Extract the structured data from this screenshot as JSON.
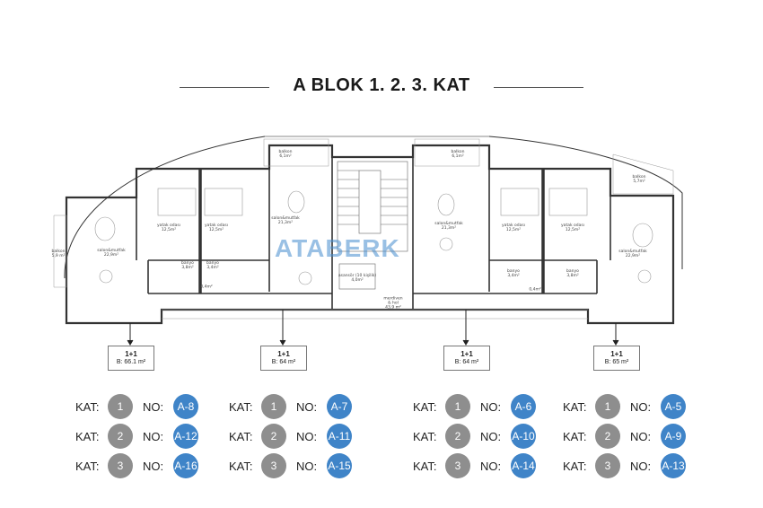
{
  "title": "A BLOK 1.  2.  3.  KAT",
  "watermark": "ATABERK",
  "colors": {
    "floor_circle": "#8e8e8e",
    "unit_circle": "#3f84c8"
  },
  "rooms": [
    {
      "name": "balkon",
      "area": "5,9 m²"
    },
    {
      "name": "salon&mutfak",
      "area": "22,9m²"
    },
    {
      "name": "yatak odası",
      "area": "12,5m²"
    },
    {
      "name": "yatak odası",
      "area": "12,5m²"
    },
    {
      "name": "salon&mutfak",
      "area": "21,3m²"
    },
    {
      "name": "balkon",
      "area": "6,1m²"
    },
    {
      "name": "banyo",
      "area": "3,8m²"
    },
    {
      "name": "banyo",
      "area": "3,4m²"
    },
    {
      "name": "",
      "area": "0,4m²"
    },
    {
      "name": "asansör (10 kişilik)",
      "area": "4,0m²"
    },
    {
      "name": "merdiven\n& hol",
      "area": "43,9 m²"
    },
    {
      "name": "balkon",
      "area": "6,1m²"
    },
    {
      "name": "salon&mutfak",
      "area": "21,3m²"
    },
    {
      "name": "yatak odası",
      "area": "12,5m²"
    },
    {
      "name": "yatak odası",
      "area": "12,5m²"
    },
    {
      "name": "banyo",
      "area": "3,4m²"
    },
    {
      "name": "banyo",
      "area": "3,8m²"
    },
    {
      "name": "",
      "area": "0,4m²"
    },
    {
      "name": "balkon",
      "area": "5,7m²"
    },
    {
      "name": "salon&mutfak",
      "area": "22,9m²"
    }
  ],
  "units": [
    {
      "type": "1+1",
      "area": "B: 66.1 m²",
      "kat_label": "KAT:",
      "no_label": "NO:",
      "floors": [
        {
          "kat": "1",
          "no": "A-8"
        },
        {
          "kat": "2",
          "no": "A-12"
        },
        {
          "kat": "3",
          "no": "A-16"
        }
      ]
    },
    {
      "type": "1+1",
      "area": "B: 64 m²",
      "kat_label": "KAT:",
      "no_label": "NO:",
      "floors": [
        {
          "kat": "1",
          "no": "A-7"
        },
        {
          "kat": "2",
          "no": "A-11"
        },
        {
          "kat": "3",
          "no": "A-15"
        }
      ]
    },
    {
      "type": "1+1",
      "area": "B: 64 m²",
      "kat_label": "KAT:",
      "no_label": "NO:",
      "floors": [
        {
          "kat": "1",
          "no": "A-6"
        },
        {
          "kat": "2",
          "no": "A-10"
        },
        {
          "kat": "3",
          "no": "A-14"
        }
      ]
    },
    {
      "type": "1+1",
      "area": "B: 65 m²",
      "kat_label": "KAT:",
      "no_label": "NO:",
      "floors": [
        {
          "kat": "1",
          "no": "A-5"
        },
        {
          "kat": "2",
          "no": "A-9"
        },
        {
          "kat": "3",
          "no": "A-13"
        }
      ]
    }
  ]
}
